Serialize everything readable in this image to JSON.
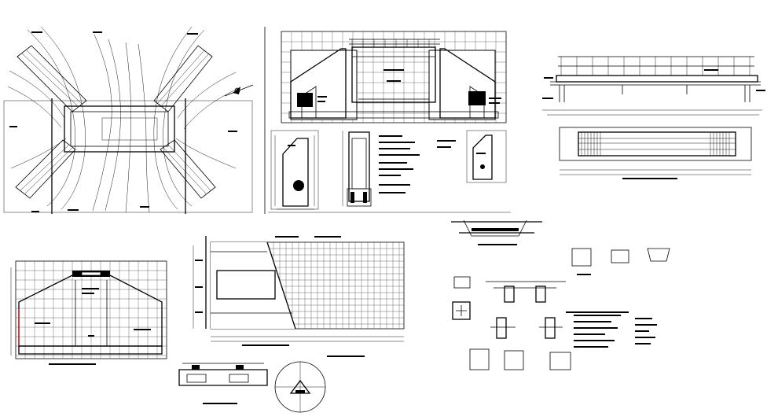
{
  "drawing": {
    "sheet_background": "#ffffff",
    "line_color": "#000000",
    "accent_color": "#d00000",
    "views": [
      {
        "id": "site-plan",
        "label": ""
      },
      {
        "id": "upstream-elevation",
        "label": ""
      },
      {
        "id": "longitudinal-elevation",
        "label": ""
      },
      {
        "id": "section-details",
        "label": ""
      },
      {
        "id": "wing-wall-elevation",
        "label": ""
      },
      {
        "id": "reinforcement-plan",
        "label": ""
      },
      {
        "id": "connection-details",
        "label": ""
      }
    ],
    "north_arrow_icon": "north-arrow-icon"
  }
}
